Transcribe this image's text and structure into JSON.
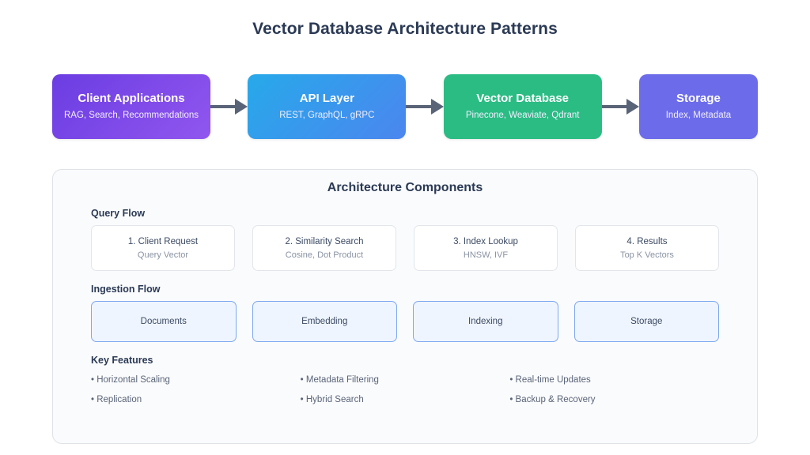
{
  "title": "Vector Database Architecture Patterns",
  "pipeline": {
    "arrow_color": "#5a6478",
    "stages": [
      {
        "title": "Client Applications",
        "subtitle": "RAG, Search, Recommendations",
        "color": "#6b3de2"
      },
      {
        "title": "API Layer",
        "subtitle": "REST, GraphQL, gRPC",
        "color": "#27a9ea"
      },
      {
        "title": "Vector Database",
        "subtitle": "Pinecone, Weaviate, Qdrant",
        "color": "#2bbc84"
      },
      {
        "title": "Storage",
        "subtitle": "Index, Metadata",
        "color": "#6c6ceb"
      }
    ]
  },
  "panel": {
    "title": "Architecture Components",
    "query_flow": {
      "label": "Query Flow",
      "cards": [
        {
          "title": "1. Client Request",
          "subtitle": "Query Vector"
        },
        {
          "title": "2. Similarity Search",
          "subtitle": "Cosine, Dot Product"
        },
        {
          "title": "3. Index Lookup",
          "subtitle": "HNSW, IVF"
        },
        {
          "title": "4. Results",
          "subtitle": "Top K Vectors"
        }
      ]
    },
    "ingestion_flow": {
      "label": "Ingestion Flow",
      "boxes": [
        {
          "label": "Documents"
        },
        {
          "label": "Embedding"
        },
        {
          "label": "Indexing"
        },
        {
          "label": "Storage"
        }
      ]
    },
    "key_features": {
      "label": "Key Features",
      "items": [
        "• Horizontal Scaling",
        "• Metadata Filtering",
        "• Real-time Updates",
        "• Replication",
        "• Hybrid Search",
        "• Backup & Recovery"
      ]
    }
  }
}
